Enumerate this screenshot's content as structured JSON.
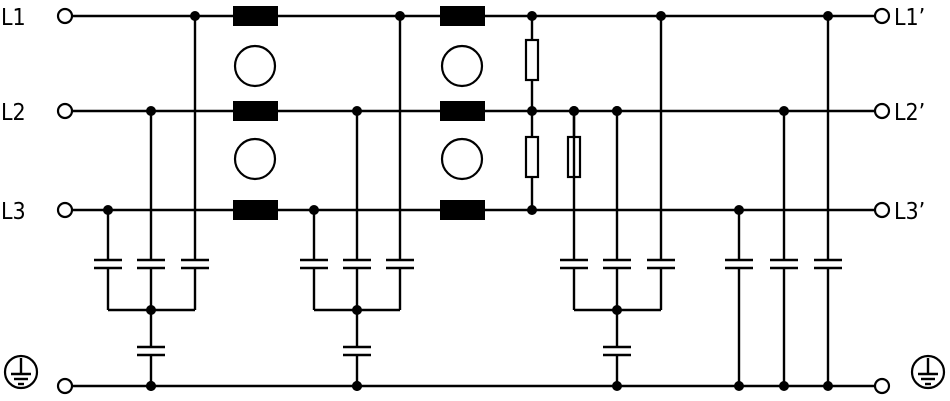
{
  "diagram": {
    "line_labels_left": [
      "L1",
      "L2",
      "L3"
    ],
    "line_labels_right": [
      "L1’",
      "L2’",
      "L3’"
    ],
    "ground_symbol_left": "earth-ground-icon",
    "ground_symbol_right": "earth-ground-icon"
  }
}
